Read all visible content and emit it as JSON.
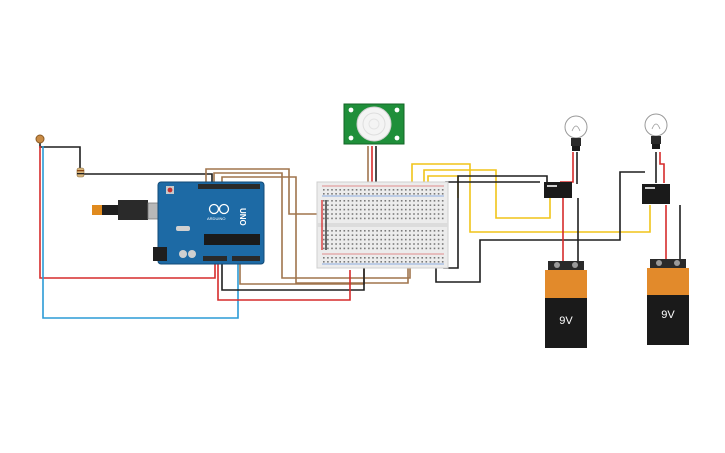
{
  "arduino": {
    "model_label": "UNO",
    "brand_label": "ARDUINO"
  },
  "batteries": [
    {
      "label": "9V"
    },
    {
      "label": "9V"
    }
  ],
  "colors": {
    "wire_red": "#d62b2b",
    "wire_black": "#1f1f1f",
    "wire_brown": "#a0754d",
    "wire_yellow": "#f0c419",
    "wire_blue": "#2b9bd6",
    "board_blue": "#1d6aa5",
    "pir_green": "#1f8f3a",
    "battery_orange": "#e28a2b"
  }
}
